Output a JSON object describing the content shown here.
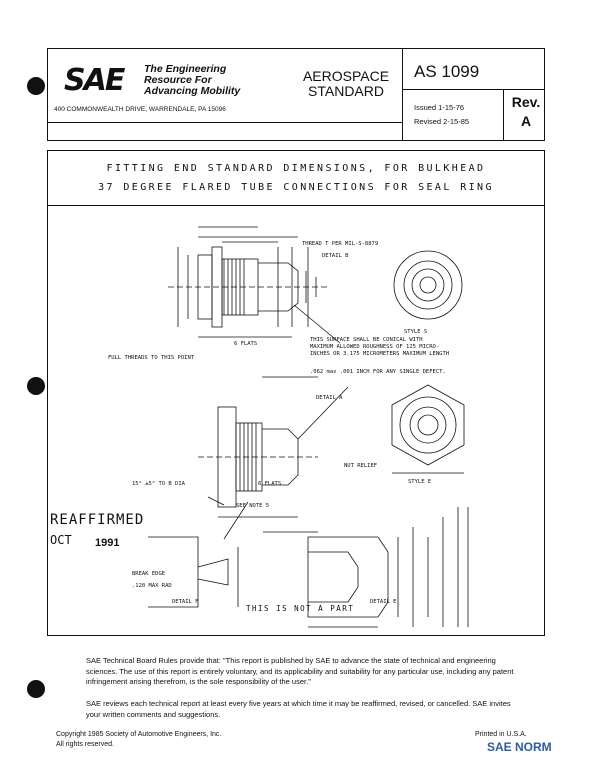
{
  "header": {
    "logo_text": "SAE",
    "tagline": [
      "The Engineering",
      "Resource For",
      "Advancing Mobility"
    ],
    "address": "400 COMMONWEALTH DRIVE, WARRENDALE, PA 15096",
    "doc_type": [
      "AEROSPACE",
      "STANDARD"
    ],
    "doc_number": "AS 1099",
    "issued": "Issued 1-15-76",
    "revised": "Revised 2-15-85",
    "rev_label": "Rev.",
    "rev_value": "A"
  },
  "title": [
    "FITTING END STANDARD DIMENSIONS, FOR BULKHEAD",
    "37 DEGREE FLARED TUBE CONNECTIONS FOR SEAL RING"
  ],
  "drawing": {
    "labels": {
      "thread": "THREAD T PER MIL-S-8879",
      "detail_b": "DETAIL B",
      "style_s": "STYLE S",
      "style_e": "STYLE E",
      "full_threads": "FULL THREADS TO THIS POINT",
      "flats": "6 FLATS",
      "flats2": "6 FLATS",
      "seal_note": "THIS SURFACE SHALL BE CONICAL WITH MAXIMUM ALLOWED ROUGHNESS OF 125 MICRO-INCHES OR 3.175 MICROMETERS MAXIMUM LENGTH",
      "radial_defect": ".062 max .001 INCH FOR ANY SINGLE DEFECT.",
      "detail_a": "DETAIL A",
      "see_note": "SEE NOTE 5",
      "angle": "15° ±5° TO B DIA",
      "break_edge": "BREAK EDGE",
      "detail_f": "DETAIL F",
      "detail_e": "DETAIL E",
      "not_part": "THIS IS NOT A PART",
      "nut_relief": "NUT RELIEF",
      "max_rad": ".120 MAX RAD"
    }
  },
  "stamp": {
    "text": "REAFFIRMED",
    "month": "OCT",
    "year": "1991"
  },
  "notes": [
    "SAE Technical Board Rules provide that: \"This report is published by SAE to advance the state of technical and engineering sciences. The use of this report is entirely voluntary, and its applicability and suitability for any particular use, including any patent infringement arising therefrom, is the sole responsibility of the user.\"",
    "SAE reviews each technical report at least every five years at which time it may be reaffirmed, revised, or cancelled. SAE invites your written comments and suggestions."
  ],
  "copyright": "Copyright 1985 Society of Automotive Engineers, Inc.",
  "rights": "All rights reserved.",
  "printed": "Printed in U.S.A.",
  "watermark": "SAE NORM"
}
